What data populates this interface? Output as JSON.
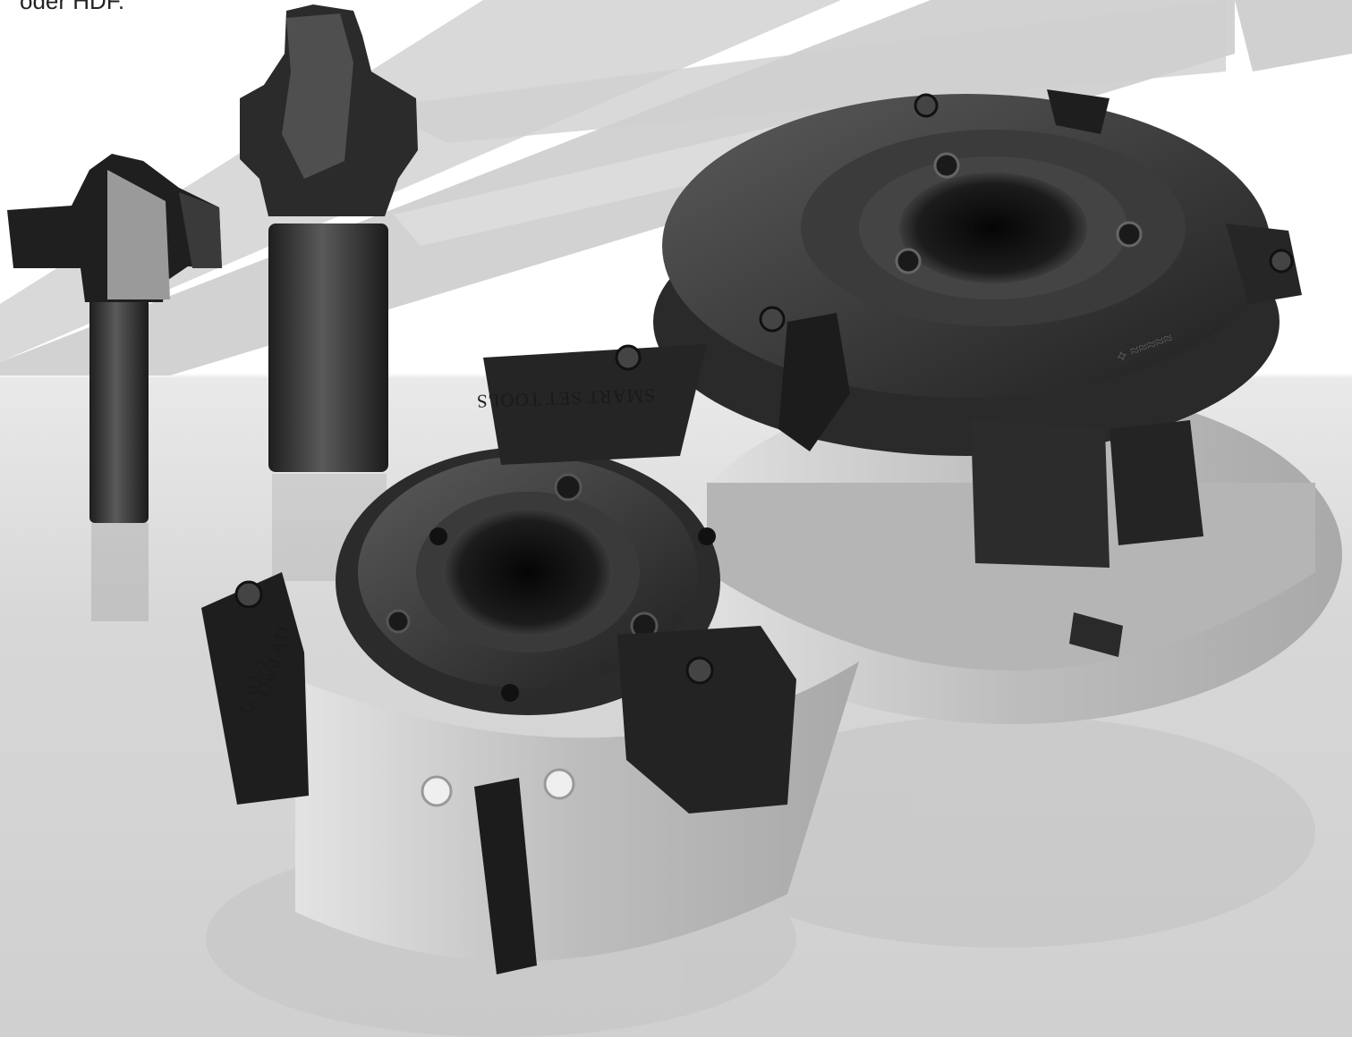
{
  "caption": {
    "text": "oder HDF."
  },
  "engravings": {
    "smart_set": "SMART SET TOOLS",
    "model_code": "Owd AD",
    "size_code": "G 02-1"
  },
  "colors": {
    "background_top": "#ffffff",
    "floor": "#d4d4d4",
    "stripe_gray": "#d3d3d3",
    "steel_dark": "#2a2a2a",
    "steel_mid": "#4a4a4a",
    "aluminium": "#c9c9c9"
  }
}
